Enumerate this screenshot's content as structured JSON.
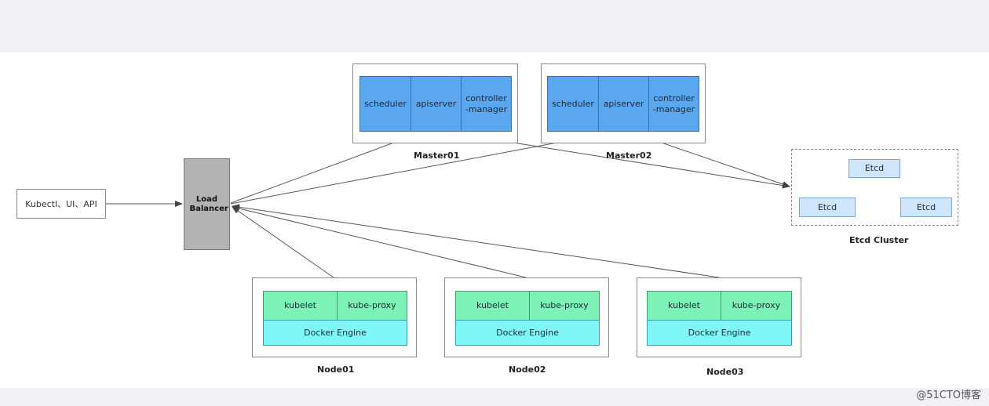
{
  "client": {
    "label": "Kubectl、UI、API"
  },
  "load_balancer": {
    "label": "Load Balancer"
  },
  "masters": [
    {
      "name": "Master01",
      "components": [
        "scheduler",
        "apiserver",
        "controller\n-manager"
      ]
    },
    {
      "name": "Master02",
      "components": [
        "scheduler",
        "apiserver",
        "controller\n-manager"
      ]
    }
  ],
  "nodes": [
    {
      "name": "Node01",
      "components": [
        "kubelet",
        "kube-proxy"
      ],
      "engine": "Docker Engine"
    },
    {
      "name": "Node02",
      "components": [
        "kubelet",
        "kube-proxy"
      ],
      "engine": "Docker Engine"
    },
    {
      "name": "Node03",
      "components": [
        "kubelet",
        "kube-proxy"
      ],
      "engine": "Docker Engine"
    }
  ],
  "etcd_cluster": {
    "name": "Etcd Cluster",
    "members": [
      "Etcd",
      "Etcd",
      "Etcd"
    ]
  },
  "watermark": "@51CTO博客",
  "colors": {
    "master": "#5aa7f0",
    "kubelet": "#7df2b6",
    "docker": "#7ff7f7",
    "etcd": "#cfe5fb",
    "lb": "#b3b3b3"
  }
}
